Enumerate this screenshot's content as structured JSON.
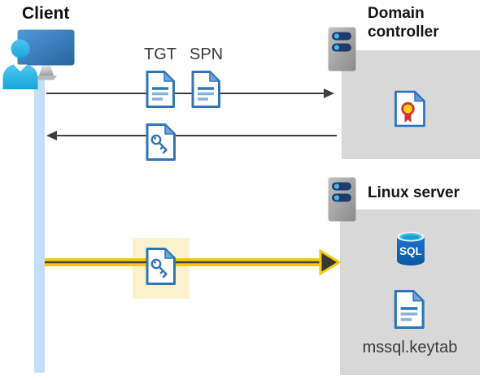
{
  "client": {
    "label": "Client"
  },
  "tickets": {
    "tgt_label": "TGT",
    "spn_label": "SPN"
  },
  "domain_controller": {
    "label": "Domain controller"
  },
  "linux_server": {
    "label": "Linux server",
    "sql_label": "SQL",
    "keytab_label": "mssql.keytab"
  },
  "icons": {
    "client": "user-workstation-icon",
    "domain_controller": "server-icon",
    "linux_server": "server-icon",
    "tgt": "document-icon",
    "spn": "document-icon",
    "session_key_top": "key-document-icon",
    "session_key_bottom": "key-document-icon",
    "certificate": "certificate-icon",
    "database": "sql-database-icon",
    "keytab_file": "document-icon"
  },
  "colors": {
    "doc_blue": "#2e76b8",
    "doc_blue_light": "#85b3e0",
    "doc_fold_blue": "#6ea7dd",
    "arrow_dark": "#3f3f3f",
    "arrow_yellow": "#f7cc00",
    "highlight_yellow": "#faf2cc",
    "panel_gray": "#d8d8d8",
    "client_bar_blue": "#c4ddf8",
    "cert_red": "#d13438",
    "cert_yellow": "#ffd100",
    "sql_blue": "#1264b2",
    "sql_cyan": "#45c2ea",
    "server_pill_navy": "#1e3c6e",
    "server_dot_cyan": "#3fb9e8",
    "monitor_blue": "#3c7fc0",
    "person_cyan": "#2fb6e6"
  }
}
